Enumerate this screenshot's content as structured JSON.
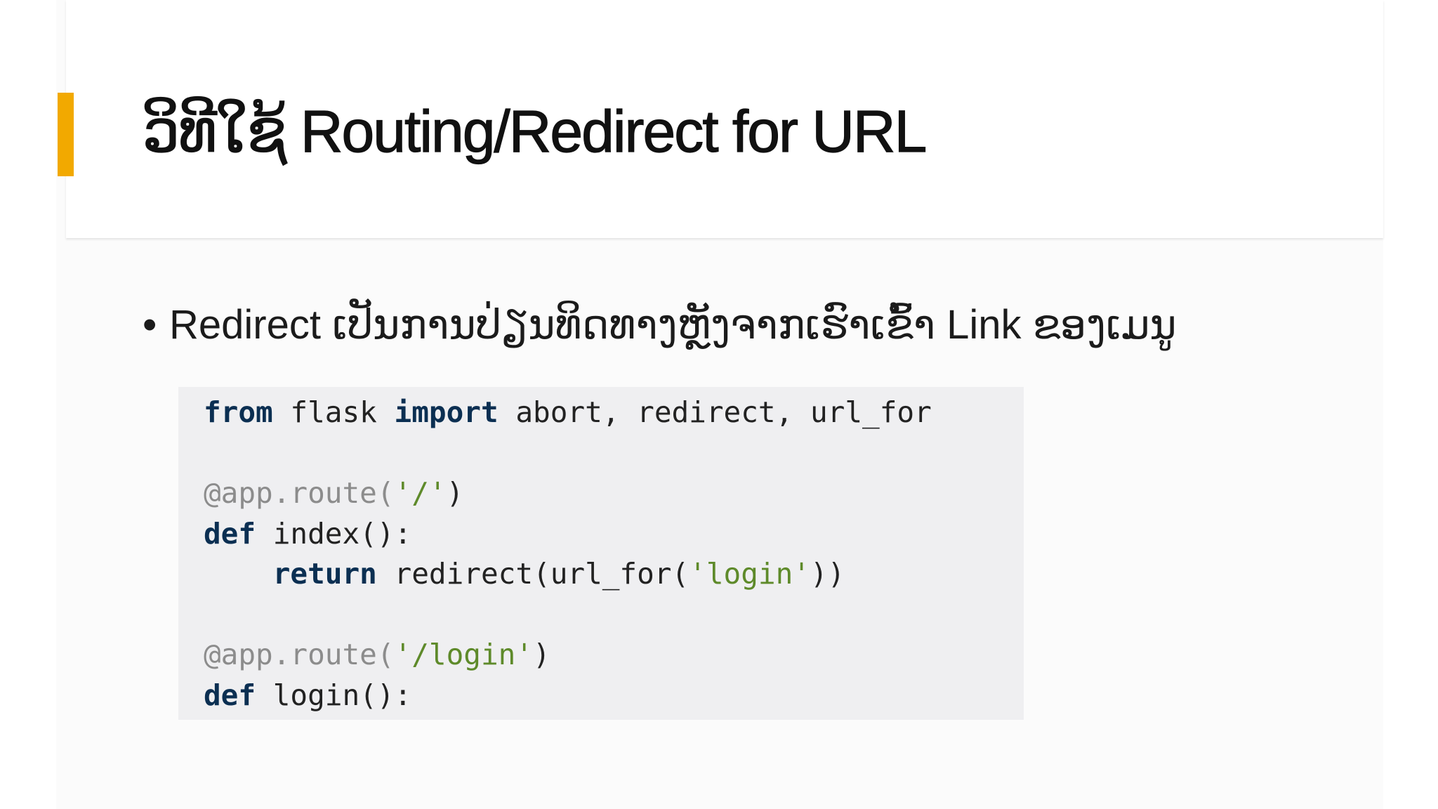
{
  "slide": {
    "title": "ວິທີໃຊ້ Routing/Redirect for URL",
    "bullet": {
      "marker": "•",
      "text": "Redirect ເປັນການປ່ຽນທິດທາງຫຼັງຈາກເຮົາເຂົ້າ Link ຂອງເມນູ"
    },
    "accent_color": "#f2a900"
  },
  "code": {
    "line1": {
      "kw1": "from",
      "mod": " flask ",
      "kw2": "import",
      "names": " abort, redirect, url_for"
    },
    "line3": {
      "dec": "@app.route(",
      "str": "'/'",
      "close": ")"
    },
    "line4": {
      "kw": "def",
      "rest": " index():"
    },
    "line5": {
      "indent": "    ",
      "kw": "return",
      "call": " redirect(url_for(",
      "str": "'login'",
      "close": "))"
    },
    "line7": {
      "dec": "@app.route(",
      "str": "'/login'",
      "close": ")"
    },
    "line8": {
      "kw": "def",
      "rest": " login():"
    }
  }
}
